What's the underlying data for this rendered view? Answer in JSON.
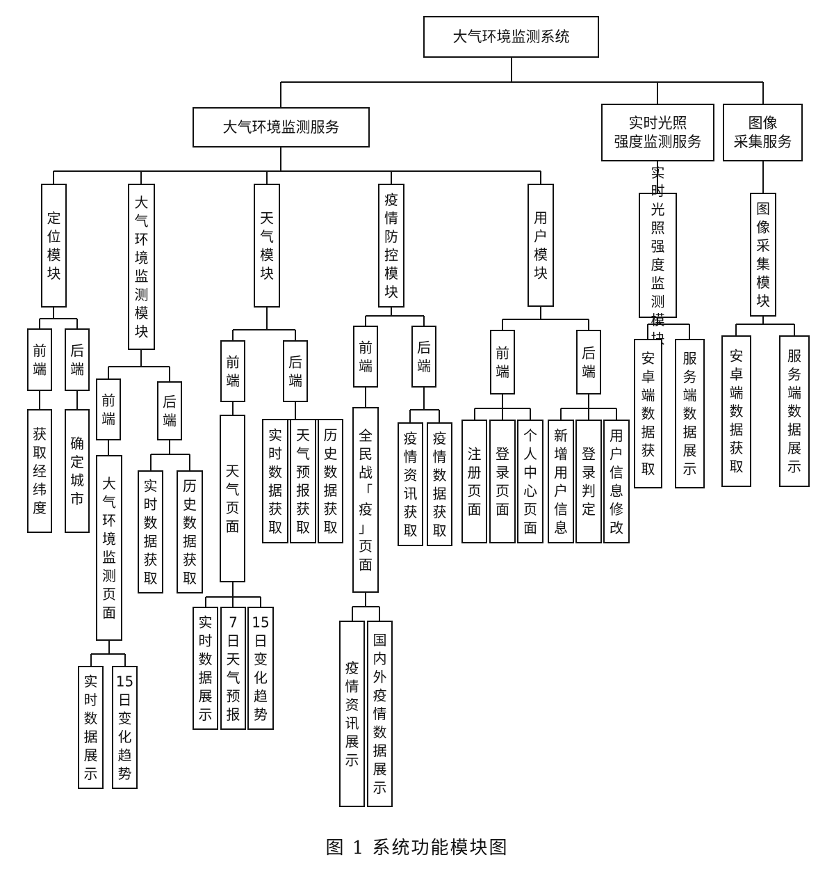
{
  "root": "大气环境监测系统",
  "services": {
    "atmos": "大气环境监测服务",
    "light_lines": [
      "实时光照",
      "强度监测服务"
    ],
    "image_lines": [
      "图像",
      "采集服务"
    ]
  },
  "modules": {
    "location": "定位模块",
    "atmos_monitor": "大气环境监测模块",
    "weather": "天气模块",
    "epidemic": "疫情防控模块",
    "user": "用户模块",
    "light": "实时光照强度监测模块",
    "image": "图像采集模块"
  },
  "location": {
    "front": "前端",
    "back": "后端",
    "front_item": "获取经纬度",
    "back_item": "确定城市"
  },
  "atmos_monitor": {
    "front": "前端",
    "back": "后端",
    "page": "大气环境监测页面",
    "page_items": [
      "实时数据展示",
      "15日变化趋势"
    ],
    "back_items": [
      "实时数据获取",
      "历史数据获取"
    ]
  },
  "weather": {
    "front": "前端",
    "back": "后端",
    "page": "天气页面",
    "page_items": [
      "实时数据展示",
      "7日天气预报",
      "15日变化趋势"
    ],
    "back_items": [
      "实时数据获取",
      "天气预报获取",
      "历史数据获取"
    ]
  },
  "epidemic": {
    "front": "前端",
    "back": "后端",
    "page": "全民战「疫」页面",
    "page_items": [
      "疫情资讯展示",
      "国内外疫情数据展示"
    ],
    "back_items": [
      "疫情资讯获取",
      "疫情数据获取"
    ]
  },
  "user": {
    "front": "前端",
    "back": "后端",
    "front_items": [
      "注册页面",
      "登录页面",
      "个人中心页面"
    ],
    "back_items": [
      "新增用户信息",
      "登录判定",
      "用户信息修改"
    ]
  },
  "light": {
    "items": [
      "安卓端数据获取",
      "服务端数据展示"
    ]
  },
  "image": {
    "items": [
      "安卓端数据获取",
      "服务端数据展示"
    ]
  },
  "caption": "图 1 系统功能模块图"
}
